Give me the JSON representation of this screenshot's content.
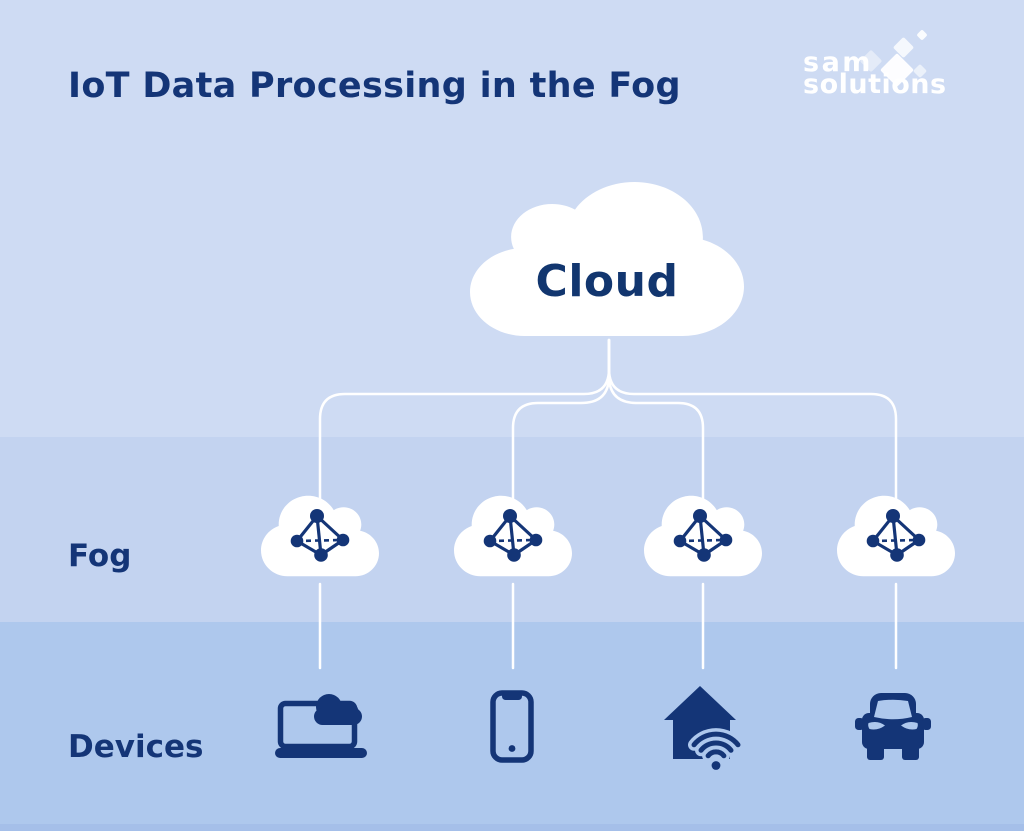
{
  "header": {
    "title": "IoT Data Processing in the Fog",
    "logo": {
      "line1": "sam",
      "line2": "solutions"
    }
  },
  "diagram": {
    "cloud": {
      "label": "Cloud"
    },
    "fog": {
      "label": "Fog",
      "node_icon": "network-graph-icon",
      "node_count": 4
    },
    "devices": {
      "label": "Devices",
      "items": [
        {
          "icon": "laptop-cloud-icon",
          "name": "laptop-with-cloud"
        },
        {
          "icon": "smartphone-icon",
          "name": "smartphone"
        },
        {
          "icon": "smart-home-wifi-icon",
          "name": "smart-home"
        },
        {
          "icon": "car-icon",
          "name": "connected-car"
        }
      ]
    }
  },
  "colors": {
    "navy": "#143577",
    "white": "#ffffff",
    "band_top": "#cedbf3",
    "band_fog": "#c3d3f0",
    "band_devices": "#aec8ed",
    "band_footer": "#a5bfe9"
  }
}
